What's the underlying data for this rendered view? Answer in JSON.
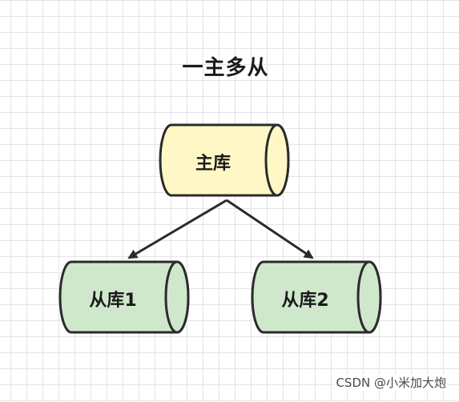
{
  "diagram": {
    "title": "一主多从",
    "nodes": {
      "master": {
        "label": "主库",
        "fill": "#fff8c6",
        "stroke": "#2b2b2b"
      },
      "slave1": {
        "label": "从库1",
        "fill": "#cfe8cc",
        "stroke": "#2b2b2b"
      },
      "slave2": {
        "label": "从库2",
        "fill": "#cfe8cc",
        "stroke": "#2b2b2b"
      }
    },
    "edges": [
      {
        "from": "master",
        "to": "slave1"
      },
      {
        "from": "master",
        "to": "slave2"
      }
    ],
    "edge_color": "#2b2b2b"
  },
  "watermark": "CSDN @小米加大炮"
}
